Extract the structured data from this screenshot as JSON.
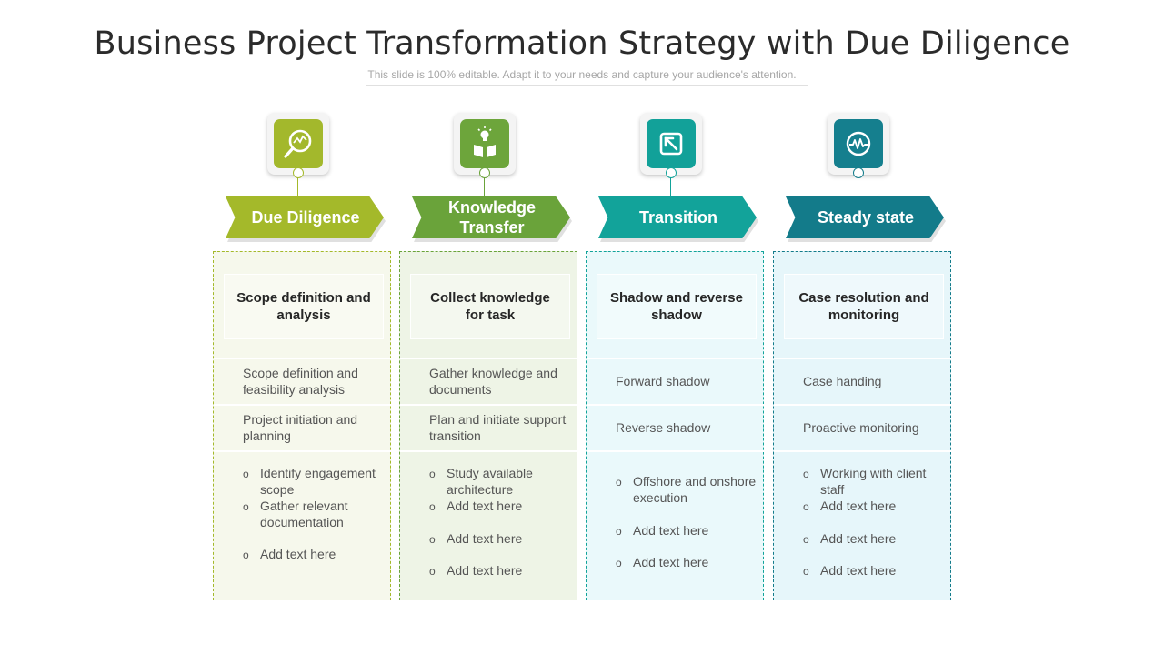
{
  "header": {
    "title": "Business Project Transformation Strategy with Due Diligence",
    "subtitle": "This slide is 100% editable. Adapt it to your needs and capture your audience's attention."
  },
  "columns": [
    {
      "stage": "Due Diligence",
      "icon": "magnifier-chart-icon",
      "accent": "#a4b92a",
      "icon_color": "#a3b82c",
      "panel_bg": "#f6f8ec",
      "heading": "Scope definition and analysis",
      "rows": [
        "Scope definition and feasibility analysis",
        "Project initiation and planning"
      ],
      "bullets": [
        "Identify engagement scope",
        "Gather relevant documentation",
        "Add text here"
      ]
    },
    {
      "stage": "Knowledge Transfer",
      "icon": "lightbulb-book-icon",
      "accent": "#6aa33a",
      "icon_color": "#6da53b",
      "panel_bg": "#eef4e6",
      "heading": "Collect knowledge for task",
      "rows": [
        "Gather knowledge and documents",
        "Plan and initiate support transition"
      ],
      "bullets": [
        "Study available architecture",
        "Add text here",
        "Add text here",
        "Add text here"
      ]
    },
    {
      "stage": "Transition",
      "icon": "arrow-inward-icon",
      "accent": "#12a39a",
      "icon_color": "#12a199",
      "panel_bg": "#eaf9fb",
      "heading": "Shadow and reverse shadow",
      "rows": [
        "Forward shadow",
        "Reverse shadow"
      ],
      "bullets": [
        "Offshore and onshore execution",
        "Add text here",
        "Add text here"
      ]
    },
    {
      "stage": "Steady state",
      "icon": "pulse-monitor-icon",
      "accent": "#137b8a",
      "icon_color": "#157f8e",
      "panel_bg": "#e6f6fa",
      "heading": "Case resolution and monitoring",
      "rows": [
        "Case handing",
        "Proactive monitoring"
      ],
      "bullets": [
        "Working with client staff",
        "Add text here",
        "Add text here",
        "Add text here"
      ]
    }
  ]
}
